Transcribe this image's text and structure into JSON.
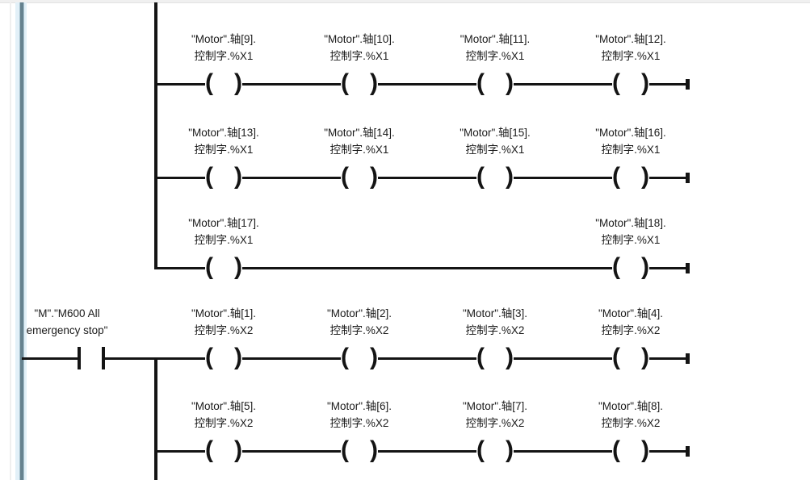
{
  "editor": {
    "view": "ladder-diagram",
    "colors": {
      "wire": "#141414",
      "text": "#1a1a1a",
      "rail_core": "#66828f",
      "rail_glow": "#e2f0f8",
      "top_strip": "#f0f0f0",
      "background": "#ffffff"
    },
    "symbols": {
      "coil_open": "(",
      "coil_close": ")"
    }
  },
  "network1": {
    "rows": [
      {
        "coils": [
          {
            "line1": "\"Motor\".轴[9].",
            "line2": "控制字.%X1"
          },
          {
            "line1": "\"Motor\".轴[10].",
            "line2": "控制字.%X1"
          },
          {
            "line1": "\"Motor\".轴[11].",
            "line2": "控制字.%X1"
          },
          {
            "line1": "\"Motor\".轴[12].",
            "line2": "控制字.%X1"
          }
        ]
      },
      {
        "coils": [
          {
            "line1": "\"Motor\".轴[13].",
            "line2": "控制字.%X1"
          },
          {
            "line1": "\"Motor\".轴[14].",
            "line2": "控制字.%X1"
          },
          {
            "line1": "\"Motor\".轴[15].",
            "line2": "控制字.%X1"
          },
          {
            "line1": "\"Motor\".轴[16].",
            "line2": "控制字.%X1"
          }
        ]
      },
      {
        "coils": [
          {
            "line1": "\"Motor\".轴[17].",
            "line2": "控制字.%X1"
          },
          {
            "line1": "\"Motor\".轴[18].",
            "line2": "控制字.%X1"
          }
        ]
      }
    ]
  },
  "network2": {
    "contact": {
      "line1": "\"M\".\"M600 All",
      "line2": "emergency stop\""
    },
    "rows": [
      {
        "coils": [
          {
            "line1": "\"Motor\".轴[1].",
            "line2": "控制字.%X2"
          },
          {
            "line1": "\"Motor\".轴[2].",
            "line2": "控制字.%X2"
          },
          {
            "line1": "\"Motor\".轴[3].",
            "line2": "控制字.%X2"
          },
          {
            "line1": "\"Motor\".轴[4].",
            "line2": "控制字.%X2"
          }
        ]
      },
      {
        "coils": [
          {
            "line1": "\"Motor\".轴[5].",
            "line2": "控制字.%X2"
          },
          {
            "line1": "\"Motor\".轴[6].",
            "line2": "控制字.%X2"
          },
          {
            "line1": "\"Motor\".轴[7].",
            "line2": "控制字.%X2"
          },
          {
            "line1": "\"Motor\".轴[8].",
            "line2": "控制字.%X2"
          }
        ]
      }
    ]
  }
}
